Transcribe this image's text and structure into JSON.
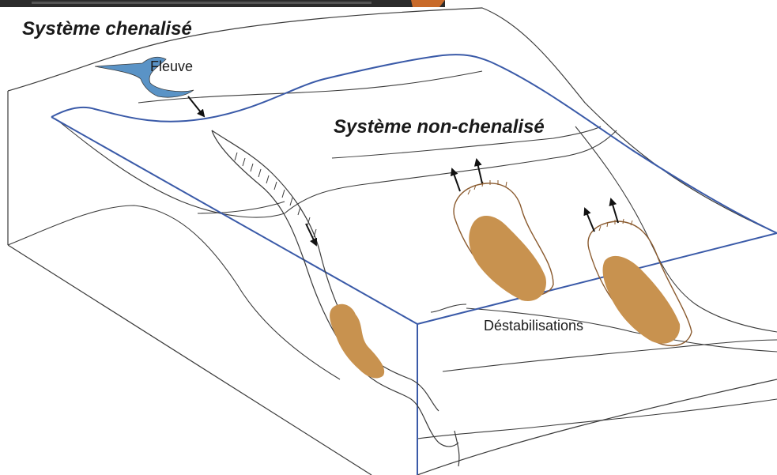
{
  "labels": {
    "chenalise": "Système chenalisé",
    "fleuve": "Fleuve",
    "non_chenalise": "Système non-chenalisé",
    "destabilisations": "Déstabilisations"
  },
  "colors": {
    "box_edge": "#3a5aa8",
    "river_water": "#5a93c6",
    "deposit": "#c8924f",
    "line": "#3b3b3b",
    "scar": "#8a5a2e",
    "arrow": "#111111",
    "photo_strip": "#2b2b2b",
    "photo_accent": "#c86a2a"
  }
}
